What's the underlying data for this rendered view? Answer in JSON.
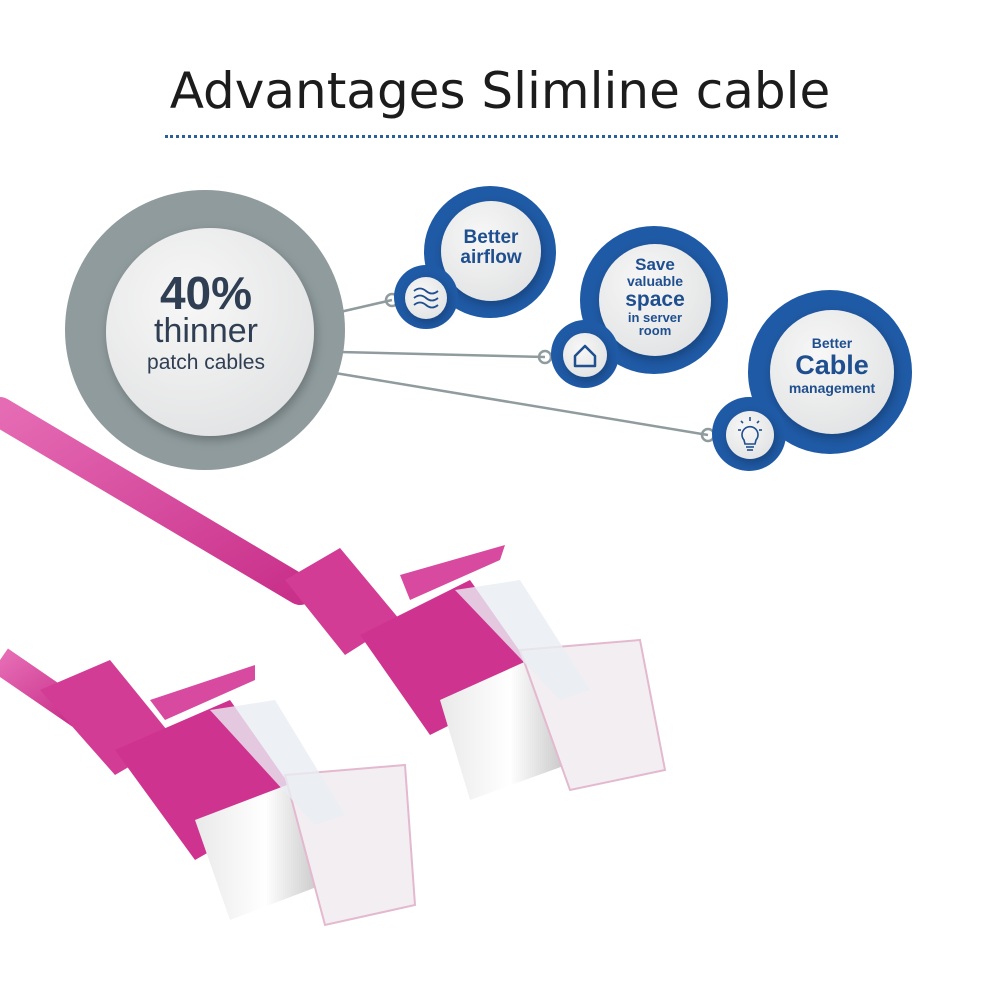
{
  "title": "Advantages Slimline cable",
  "main_badge": {
    "percent": "40%",
    "line1": "thinner",
    "line2": "patch cables"
  },
  "benefits": [
    {
      "icon": "airflow-waves-icon",
      "lines": [
        "Better",
        "airflow"
      ]
    },
    {
      "icon": "house-icon",
      "lines": [
        "Save",
        "valuable",
        "space",
        "in server",
        "room"
      ]
    },
    {
      "icon": "lightbulb-icon",
      "lines": [
        "Better",
        "Cable",
        "management"
      ]
    }
  ],
  "colors": {
    "accent_blue": "#1f5aa6",
    "gray_ring": "#8f9b9d",
    "cable_pink": "#d9409a",
    "title_text": "#1c1c1c"
  }
}
